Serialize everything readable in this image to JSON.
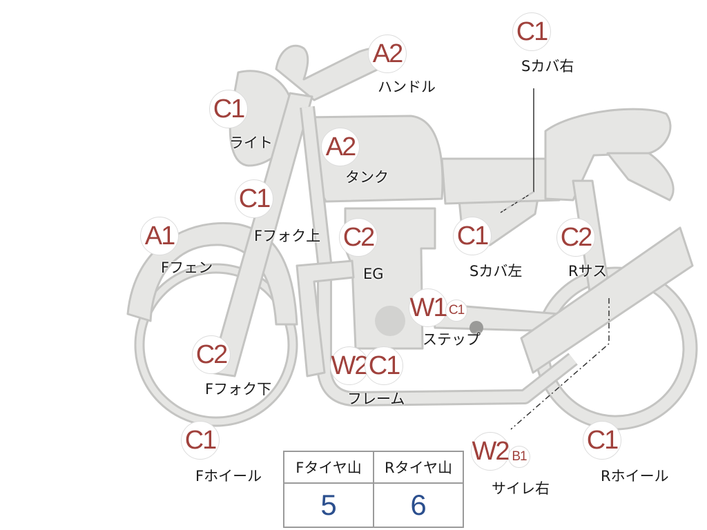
{
  "parts": [
    {
      "id": "handle",
      "codes": [
        "A2"
      ],
      "label": "ハンドル"
    },
    {
      "id": "light",
      "codes": [
        "C1"
      ],
      "label": "ライト"
    },
    {
      "id": "tank",
      "codes": [
        "A2"
      ],
      "label": "タンク"
    },
    {
      "id": "s-cover-r",
      "codes": [
        "C1"
      ],
      "label": "Sカバ右"
    },
    {
      "id": "f-fork-up",
      "codes": [
        "C1"
      ],
      "label": "Fフォク上"
    },
    {
      "id": "f-fender",
      "codes": [
        "A1"
      ],
      "label": "Fフェン"
    },
    {
      "id": "engine",
      "codes": [
        "C2"
      ],
      "label": "EG"
    },
    {
      "id": "s-cover-l",
      "codes": [
        "C1"
      ],
      "label": "Sカバ左"
    },
    {
      "id": "r-sus",
      "codes": [
        "C2"
      ],
      "label": "Rサス"
    },
    {
      "id": "step",
      "codes": [
        "W1",
        "C1"
      ],
      "label": "ステップ"
    },
    {
      "id": "f-fork-down",
      "codes": [
        "C2"
      ],
      "label": "Fフォク下"
    },
    {
      "id": "frame",
      "codes": [
        "W2",
        "C1"
      ],
      "label": "フレーム"
    },
    {
      "id": "f-wheel",
      "codes": [
        "C1"
      ],
      "label": "Fホイール"
    },
    {
      "id": "silencer-r",
      "codes": [
        "W2",
        "B1"
      ],
      "label": "サイレ右"
    },
    {
      "id": "r-wheel",
      "codes": [
        "C1"
      ],
      "label": "Rホイール"
    }
  ],
  "tire_table": {
    "front_label": "Fタイヤ山",
    "rear_label": "Rタイヤ山",
    "front_value": "5",
    "rear_value": "6"
  },
  "colors": {
    "code_text": "#a0413c",
    "value_text": "#2b4f8e",
    "bike_fill": "#e6e6e4",
    "bike_stroke": "#b9b9b7"
  }
}
